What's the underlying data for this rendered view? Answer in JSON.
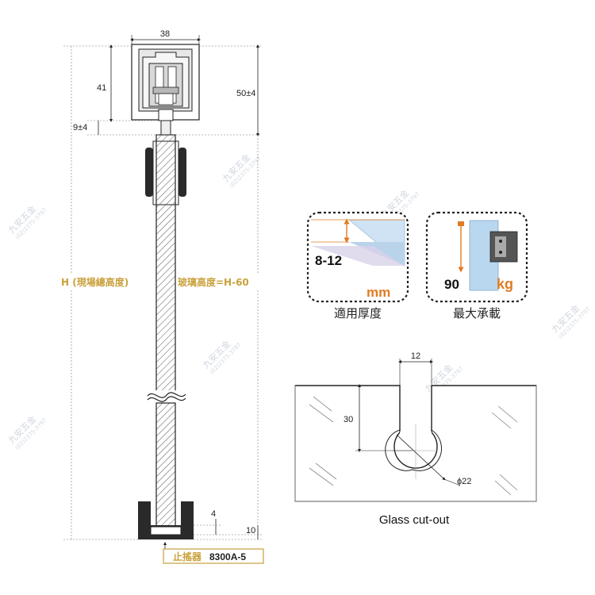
{
  "dimensions": {
    "rail_width": "38",
    "rail_height": "41",
    "top_gap": "9±4",
    "overall_top": "50±4",
    "bottom_gap": "4",
    "bottom_clearance": "10",
    "slot_width": "12",
    "slot_depth": "30",
    "hole_diameter": "ϕ22"
  },
  "labels": {
    "total_height": "H (現場總高度)",
    "glass_height": "玻璃高度=H-60",
    "stopper": "止搖器",
    "stopper_model": "8300A-5",
    "glass_cutout": "Glass cut-out"
  },
  "specs": {
    "thickness": {
      "value": "8-12",
      "unit": "mm",
      "caption": "適用厚度"
    },
    "load": {
      "value": "90",
      "unit": "kg",
      "caption": "最大承載"
    }
  },
  "watermark": {
    "name": "九安五金",
    "phone": "(02)2375-3797"
  },
  "colors": {
    "accent": "#e07b22",
    "label_gold": "#c9a13b",
    "glass_blue": "#b9d7ef",
    "line": "#222222"
  }
}
